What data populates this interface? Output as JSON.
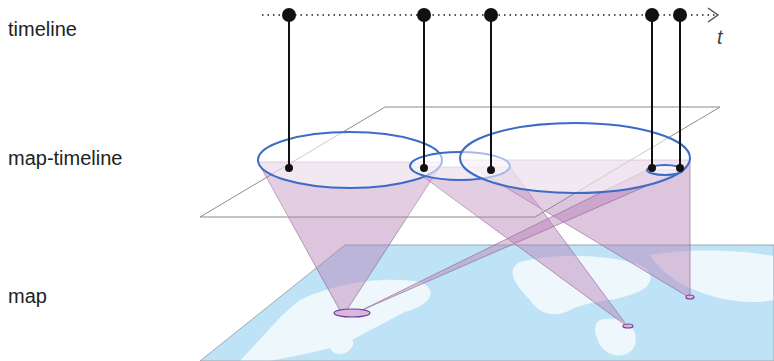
{
  "diagram": {
    "labels": [
      "timeline",
      "map-timeline",
      "map",
      "t"
    ]
  }
}
